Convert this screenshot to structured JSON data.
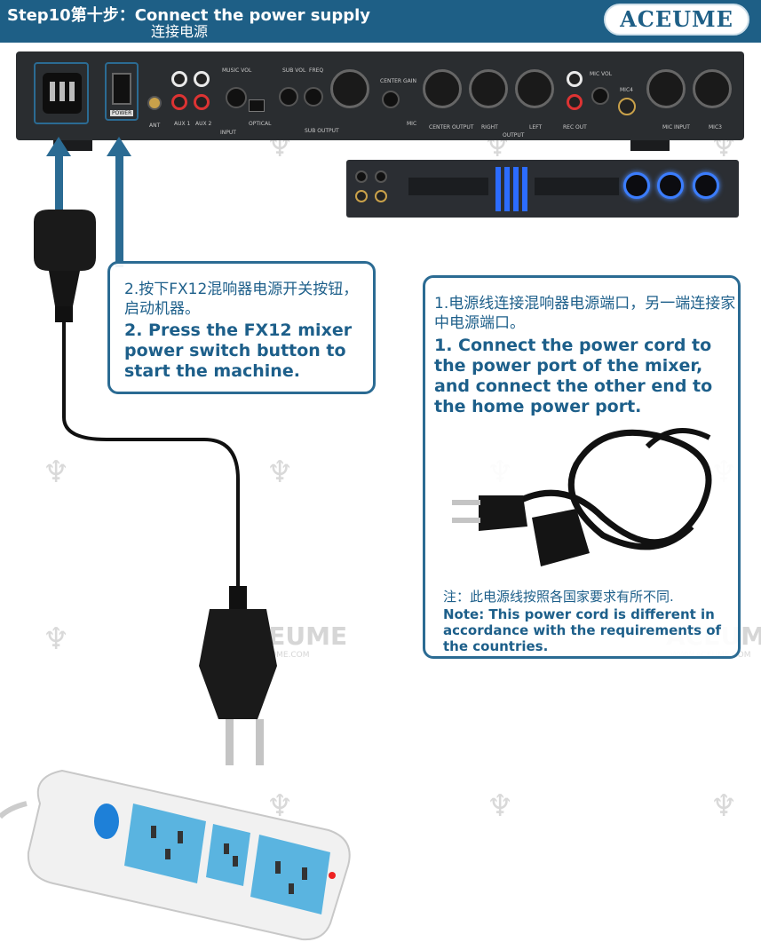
{
  "header": {
    "step_title": "Step10第十步：Connect the power supply",
    "step_subtitle": "连接电源",
    "logo": "ACEUME"
  },
  "watermark": {
    "brand": "ACEUME",
    "url": "WWW.ACEUME.COM"
  },
  "mixer_rear_labels": {
    "power": "POWER",
    "ant": "ANT",
    "aux1": "AUX 1",
    "aux2": "AUX 2",
    "input": "INPUT",
    "music_vol": "MUSIC VOL",
    "optical": "OPTICAL",
    "sub_vol": "SUB VOL",
    "freq": "FREQ",
    "sub_output": "SUB OUTPUT",
    "center_gain": "CENTER GAIN",
    "mic": "MIC",
    "center_output": "CENTER OUTPUT",
    "right": "RIGHT",
    "left": "LEFT",
    "output": "OUTPUT",
    "rec_out": "REC OUT",
    "mic_vol": "MIC VOL",
    "mic4": "MIC4",
    "mic_input": "MIC INPUT",
    "mic3": "MIC3"
  },
  "callout_step2": {
    "cn": "2.按下FX12混响器电源开关按钮，启动机器。",
    "en": "2. Press the FX12 mixer power switch button to start the machine."
  },
  "callout_step1": {
    "cn": "1.电源线连接混响器电源端口，另一端连接家中电源端口。",
    "en": "1. Connect the power cord to the power port of the mixer, and connect the other end to the home power port.",
    "note_cn": "注：此电源线按照各国家要求有所不同.",
    "note_en": "Note: This power cord is different in accordance with the requirements of the countries."
  },
  "colors": {
    "header_bg": "#1e5f86",
    "callout_border": "#2b6b93",
    "text_blue": "#1d5f8a",
    "socket_blue": "#5ab4e0"
  }
}
